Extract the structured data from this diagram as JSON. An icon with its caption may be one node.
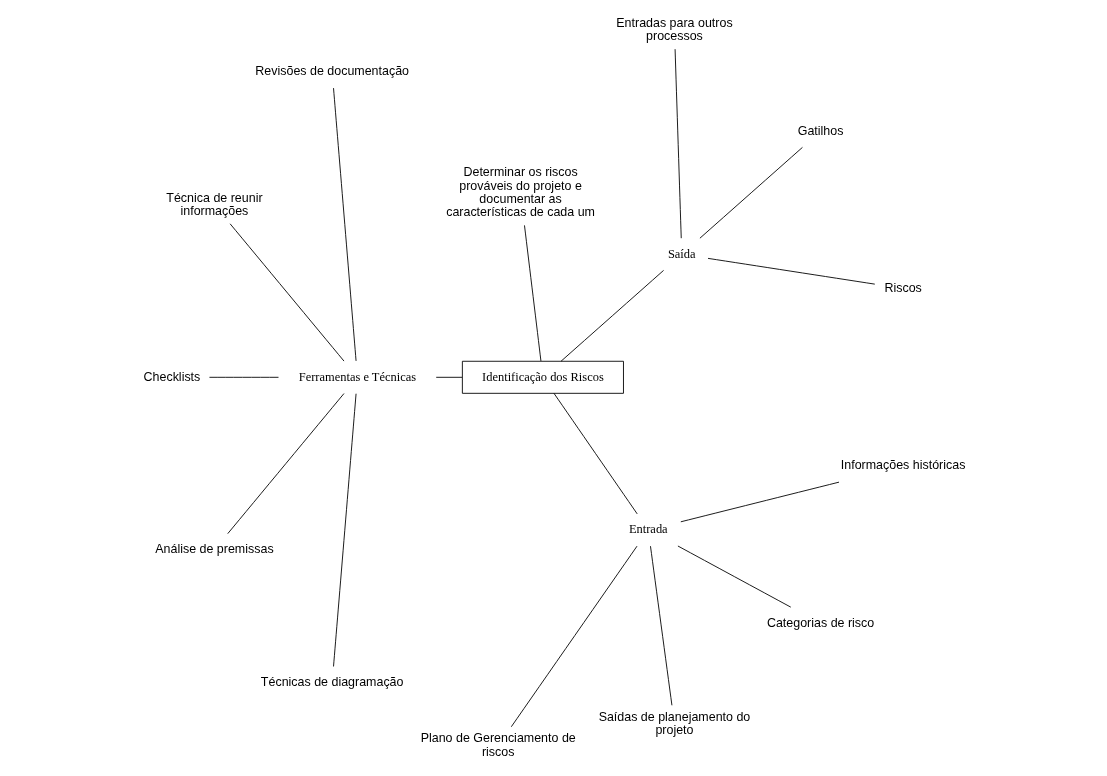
{
  "diagram": {
    "nodes": [
      {
        "text": [
          "Identificação dos Riscos"
        ]
      },
      {
        "text": [
          "Saída"
        ]
      },
      {
        "text": [
          "Riscos"
        ]
      },
      {
        "text": [
          "Gatilhos"
        ]
      },
      {
        "text": [
          "Entradas para outros processos"
        ]
      },
      {
        "text": [
          "Determinar os riscos prováveis do projeto e documentar as características de cada um"
        ]
      },
      {
        "text": [
          "Ferramentas e Técnicas"
        ]
      },
      {
        "text": [
          "Revisões de documentação"
        ]
      },
      {
        "text": [
          "Técnica de reunir informações"
        ]
      },
      {
        "text": [
          "Checklists"
        ]
      },
      {
        "text": [
          "Análise de premissas"
        ]
      },
      {
        "text": [
          "Técnicas de diagramação"
        ]
      },
      {
        "text": [
          "Entrada"
        ]
      },
      {
        "text": [
          "Plano de Gerenciamento de riscos"
        ]
      },
      {
        "text": [
          "Saídas de planejamento do projeto"
        ]
      },
      {
        "text": [
          "Categorias de risco"
        ]
      },
      {
        "text": [
          "Informações históricas"
        ]
      }
    ],
    "edges": [
      {
        "from": 0,
        "to": 1,
        "arrow": "none"
      },
      {
        "from": 1,
        "to": 2,
        "arrow": "none"
      },
      {
        "from": 1,
        "to": 3,
        "arrow": "none"
      },
      {
        "from": 1,
        "to": 4,
        "arrow": "none"
      },
      {
        "from": 0,
        "to": 5,
        "arrow": "none"
      },
      {
        "from": 0,
        "to": 6,
        "arrow": "none"
      },
      {
        "from": 6,
        "to": 7,
        "arrow": "none"
      },
      {
        "from": 6,
        "to": 8,
        "arrow": "none"
      },
      {
        "from": 6,
        "to": 9,
        "arrow": "none"
      },
      {
        "from": 6,
        "to": 10,
        "arrow": "none"
      },
      {
        "from": 6,
        "to": 11,
        "arrow": "none"
      },
      {
        "from": 0,
        "to": 12,
        "arrow": "none"
      },
      {
        "from": 12,
        "to": 13,
        "arrow": "none"
      },
      {
        "from": 12,
        "to": 14,
        "arrow": "none"
      },
      {
        "from": 12,
        "to": 15,
        "arrow": "none"
      },
      {
        "from": 12,
        "to": 16,
        "arrow": "none"
      }
    ]
  }
}
